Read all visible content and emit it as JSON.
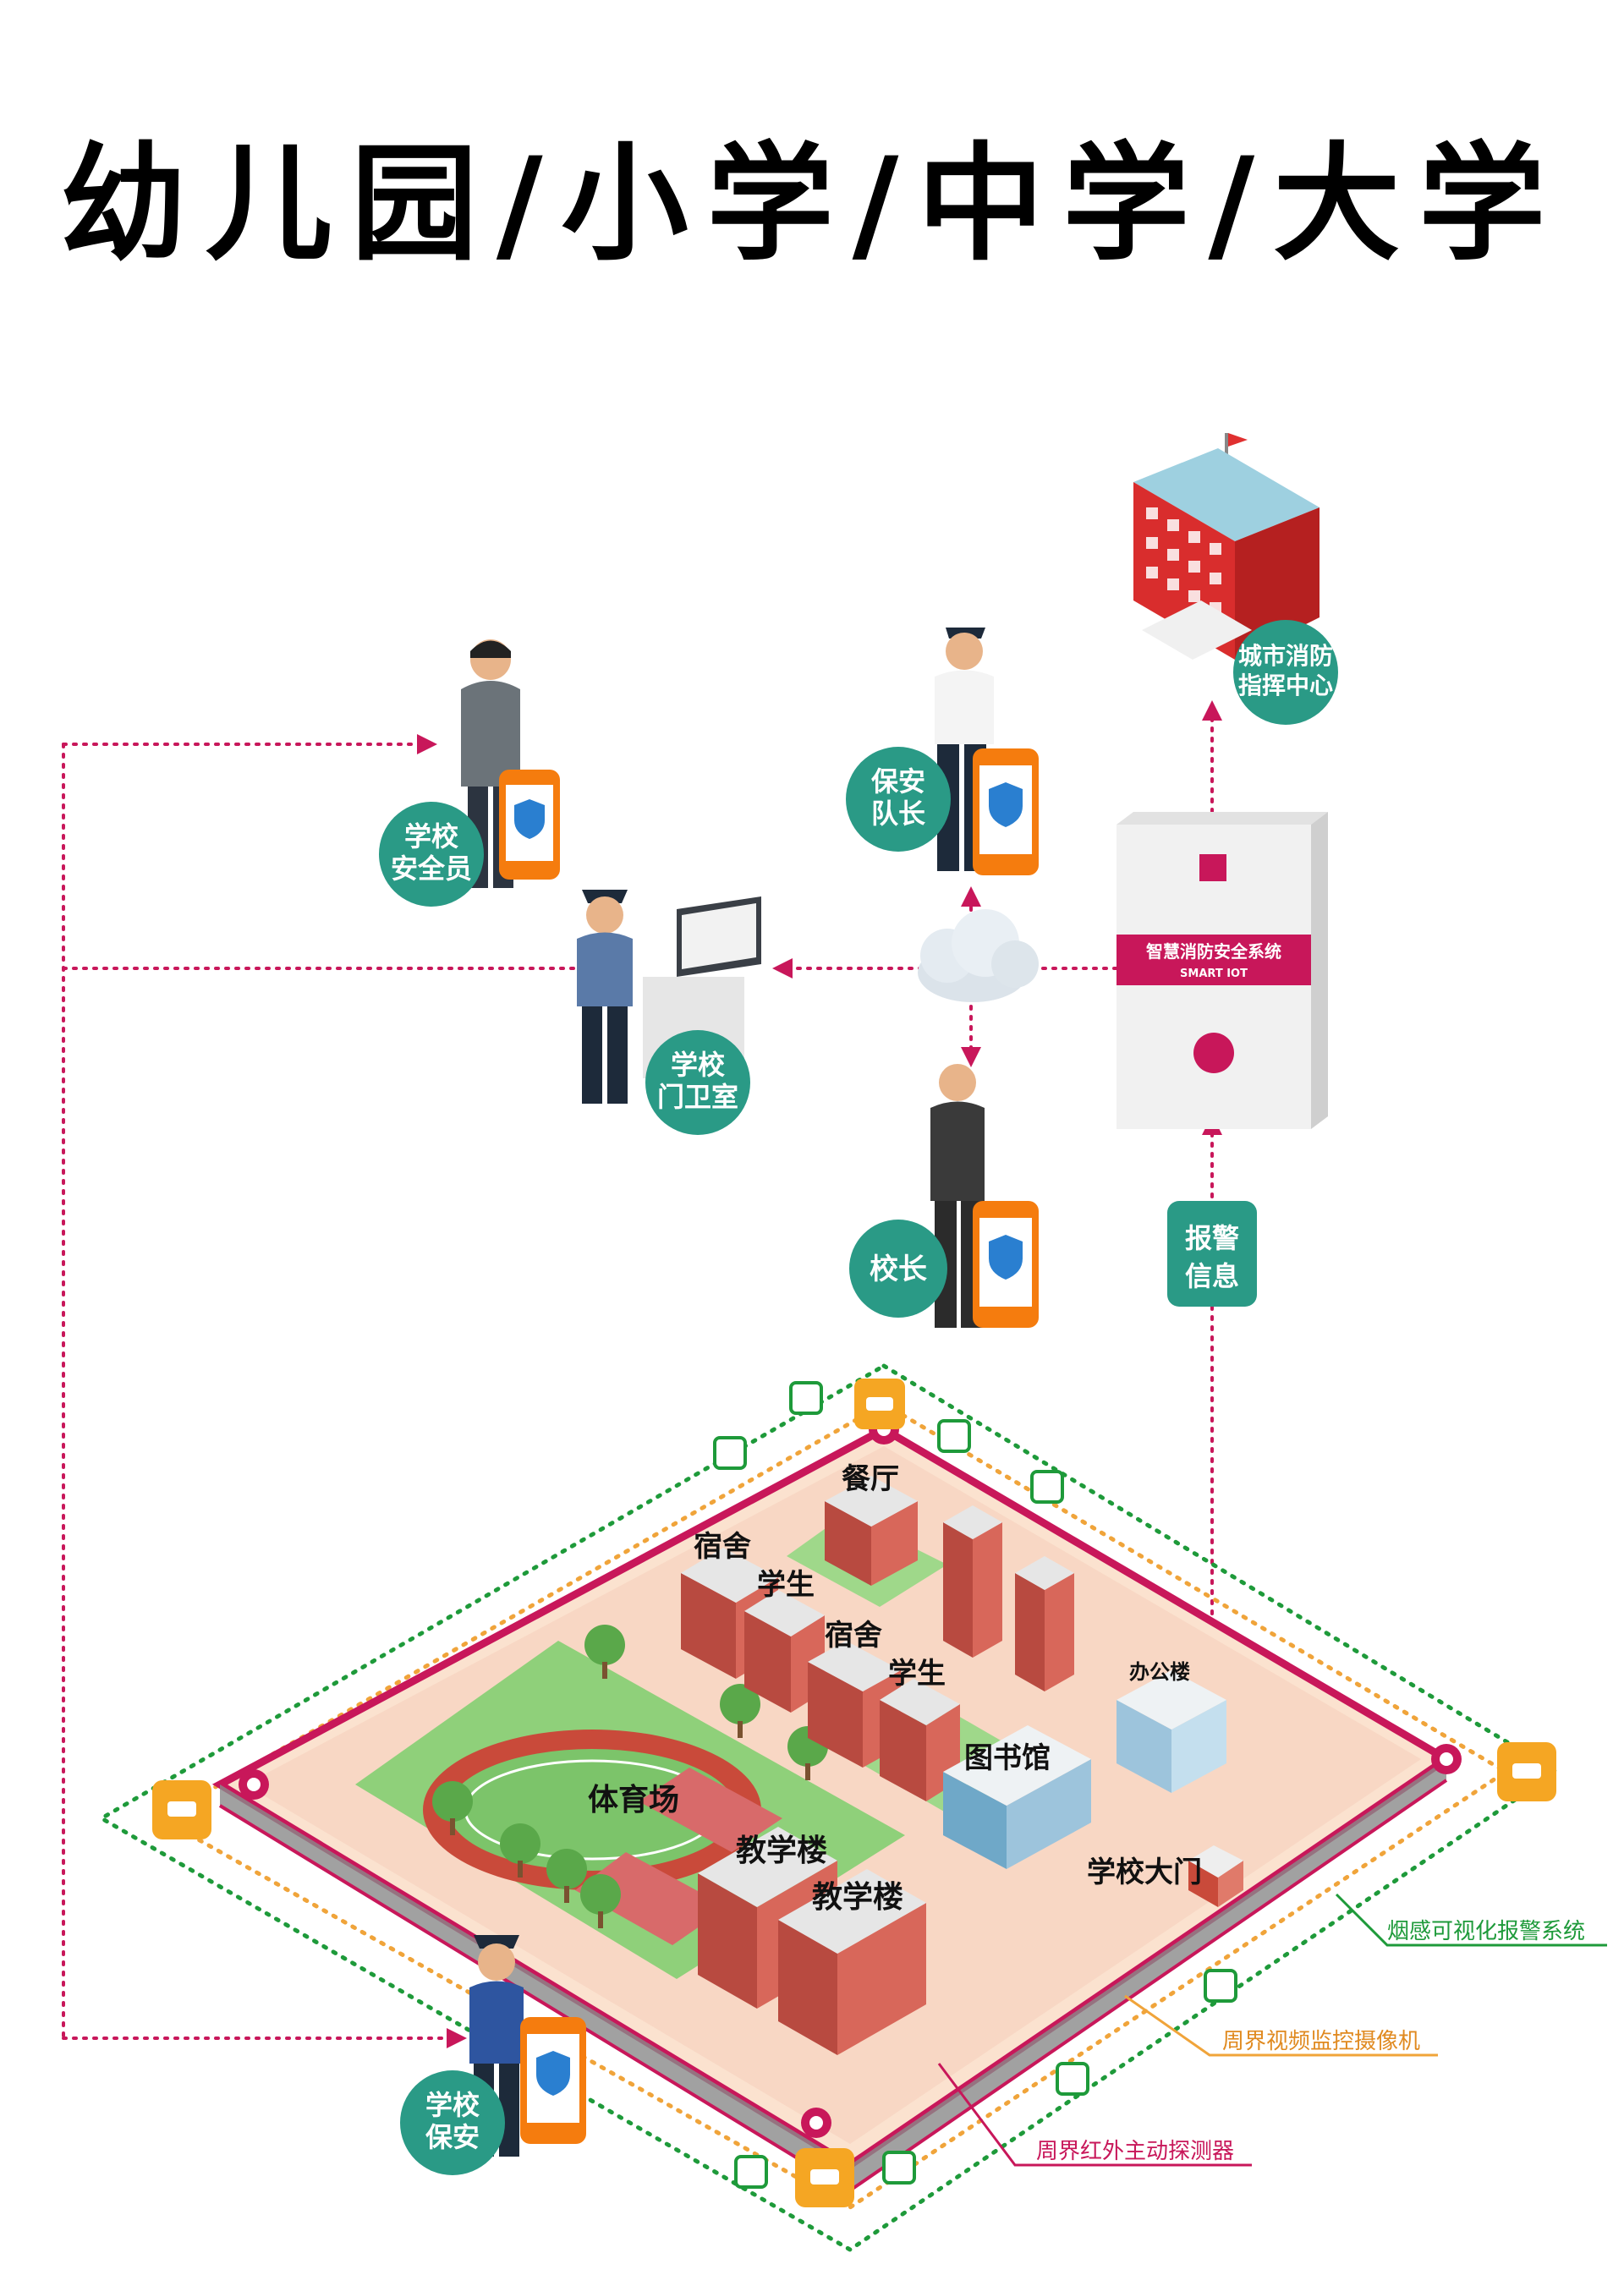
{
  "title": "幼儿园/小学/中学/大学",
  "roles": {
    "safety_officer": [
      "学校",
      "安全员"
    ],
    "security_captain": [
      "保安",
      "队长"
    ],
    "gatehouse": [
      "学校",
      "门卫室"
    ],
    "principal": "校长",
    "school_guard": [
      "学校",
      "保安"
    ],
    "fire_center": [
      "城市消防",
      "指挥中心"
    ],
    "alarm_info": [
      "报警",
      "信息"
    ]
  },
  "server": {
    "name": "智慧消防安全系统",
    "sub": "SMART IOT"
  },
  "buildings": {
    "dorm1": [
      "宿舍",
      "学生"
    ],
    "dorm2": [
      "宿舍",
      "学生"
    ],
    "canteen": "餐厅",
    "stadium": "体育场",
    "library": "图书馆",
    "office": "办公楼",
    "teach1": "教学楼",
    "teach2": "教学楼",
    "gate": "学校大门"
  },
  "callouts": {
    "smoke": "烟感可视化报警系统",
    "camera": "周界视频监控摄像机",
    "infrared": "周界红外主动探测器"
  },
  "colors": {
    "teal": "#2a9a86",
    "magenta": "#c8175a",
    "green_dots": "#1e9a3a",
    "orange_dots": "#f0a43a",
    "phone_orange": "#f57c0e",
    "ground": "#f8d7c4",
    "grass": "#8fd07a"
  }
}
